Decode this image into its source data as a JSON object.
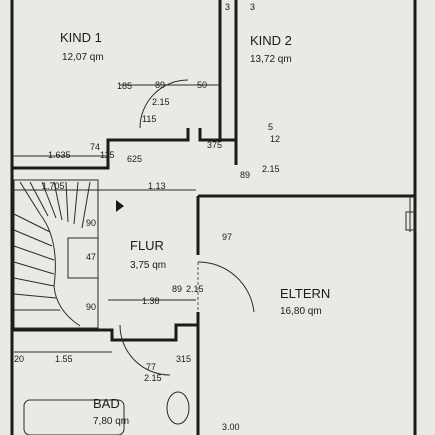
{
  "rooms": {
    "kind1": {
      "name": "KIND 1",
      "area": "12,07 qm"
    },
    "kind2": {
      "name": "KIND 2",
      "area": "13,72 qm"
    },
    "flur": {
      "name": "FLUR",
      "area": "3,75 qm"
    },
    "eltern": {
      "name": "ELTERN",
      "area": "16,80 qm"
    },
    "bad": {
      "name": "BAD",
      "area": "7,80 qm"
    }
  },
  "dimensions": {
    "d_185": "185",
    "d_89_top": "89",
    "d_50": "50",
    "d_215_top": "2.15",
    "d_115": "115",
    "d_74": "74",
    "d_1635": "1.635",
    "d_115b": "115",
    "d_625": "625",
    "d_375": "375",
    "d_5": "5",
    "d_12": "12",
    "d_89_mid": "89",
    "d_215_mid": "2.15",
    "d_1705": "1.705",
    "d_113": "1.13",
    "d_90_a": "90",
    "d_97": "97",
    "d_47": "47",
    "d_89_flur": "89",
    "d_215_flur": "2.15",
    "d_138": "1.38",
    "d_90_b": "90",
    "d_20": "20",
    "d_155": "1.55",
    "d_77": "77",
    "d_215_bad": "2.15",
    "d_315": "315",
    "d_300": "3.00",
    "d_3_a": "3",
    "d_3_b": "3"
  }
}
